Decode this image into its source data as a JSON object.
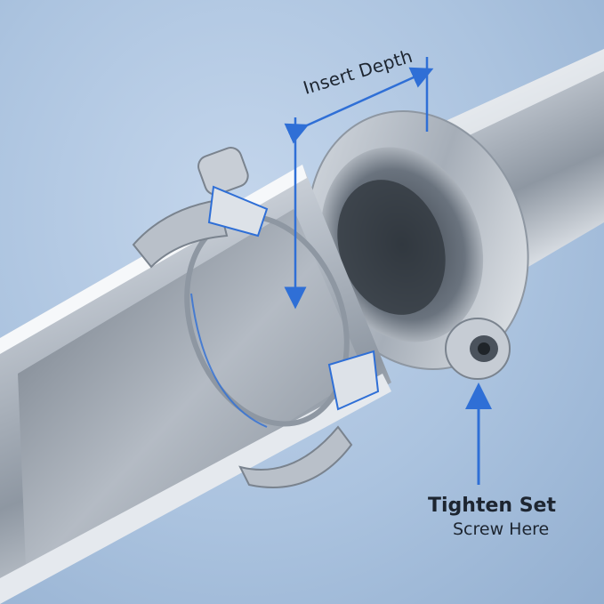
{
  "annotations": {
    "insert_depth": "Insert Depth",
    "tighten_title": "Tighten Set",
    "tighten_subtitle": "Screw Here"
  },
  "colors": {
    "background": "#abc3df",
    "steel_light": "#e9edf2",
    "steel_mid": "#a9b1bb",
    "steel_dark": "#5c6570",
    "arrow_blue": "#2f6fd6",
    "text": "#1d2530"
  }
}
